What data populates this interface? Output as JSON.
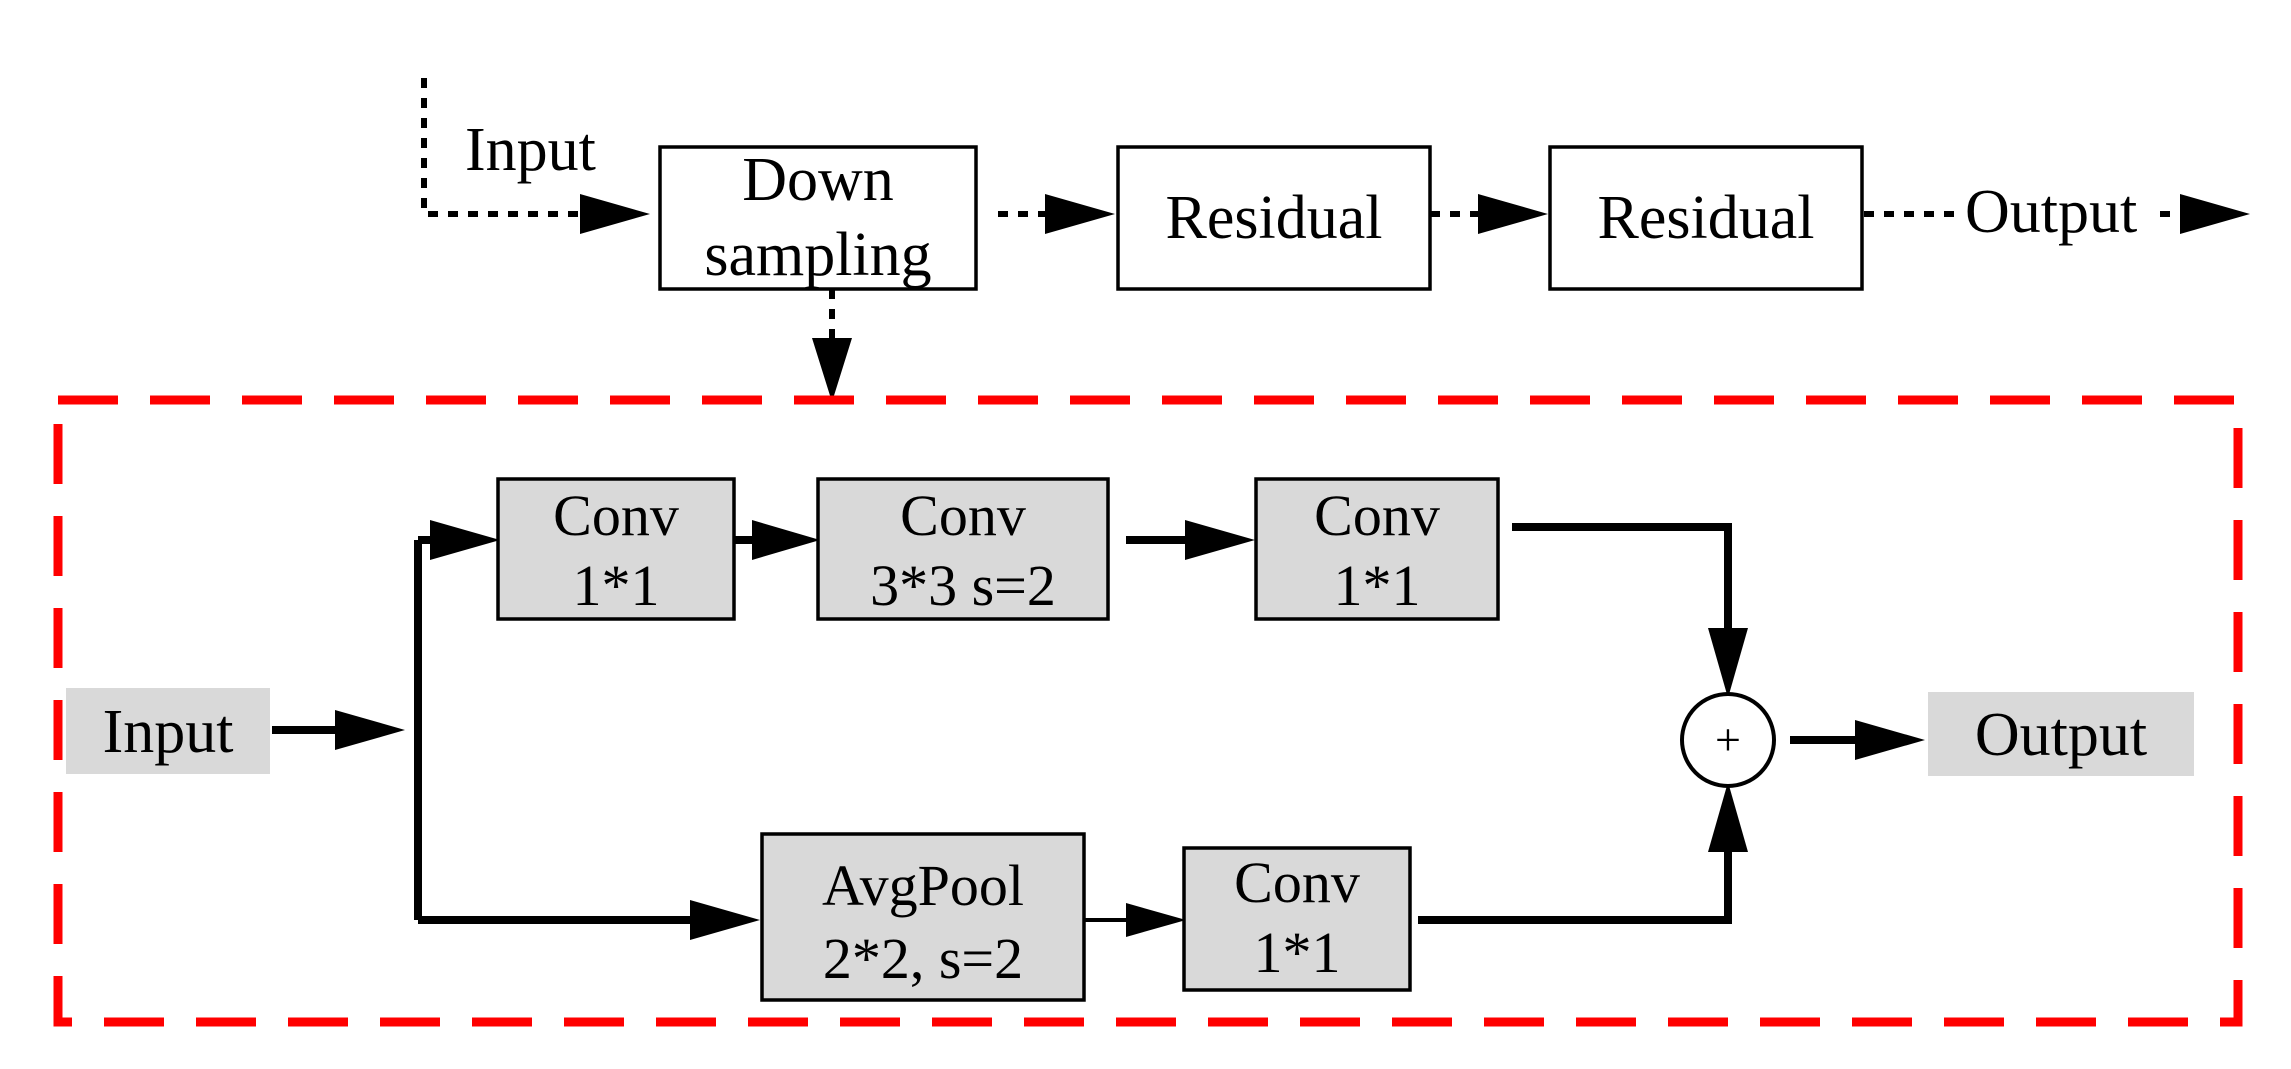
{
  "top_flow": {
    "input_label": "Input",
    "downsampling_label": [
      "Down",
      "sampling"
    ],
    "residual1_label": "Residual",
    "residual2_label": "Residual",
    "output_label": "Output"
  },
  "detail": {
    "input_label": "Input",
    "output_label": "Output",
    "sum_symbol": "+",
    "conv_a": [
      "Conv",
      "1*1"
    ],
    "conv_b": [
      "Conv",
      "3*3 s=2"
    ],
    "conv_c": [
      "Conv",
      "1*1"
    ],
    "avgpool": [
      "AvgPool",
      "2*2, s=2"
    ],
    "conv_d": [
      "Conv",
      "1*1"
    ]
  },
  "colors": {
    "frame": "#ff0000",
    "block_fill": "#d9d9d9",
    "line": "#000000"
  }
}
